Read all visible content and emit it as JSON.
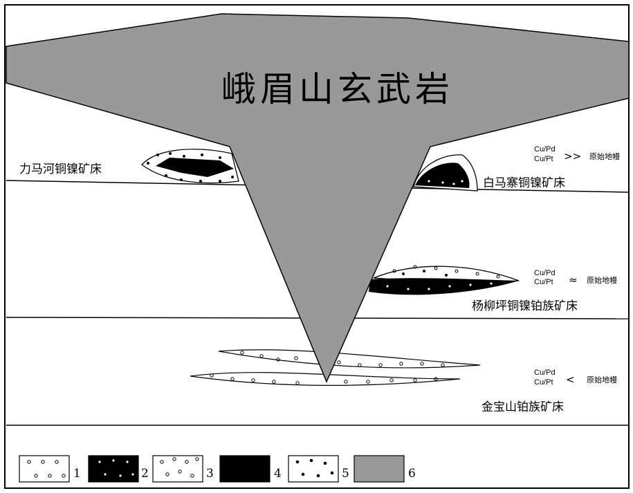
{
  "title": "峨眉山玄武岩",
  "deposits": {
    "limahe": "力马河铜镍矿床",
    "baimazhai": "白马寨铜镍矿床",
    "yangliuping": "杨柳坪铜镍铂族矿床",
    "jinbaoshan": "金宝山铂族矿床"
  },
  "ratios": {
    "cu_pd": "Cu/Pd",
    "cu_pt": "Cu/Pt",
    "primitive_mantle": "原始地幔",
    "relation_baimazhai": ">>",
    "relation_yangliuping": "≈",
    "relation_jinbaoshan": "<"
  },
  "legend": [
    {
      "num": "1",
      "pattern": "open-circles"
    },
    {
      "num": "2",
      "pattern": "black-with-white-dots"
    },
    {
      "num": "3",
      "pattern": "open-circles-dense"
    },
    {
      "num": "4",
      "pattern": "solid-black"
    },
    {
      "num": "5",
      "pattern": "black-dots"
    },
    {
      "num": "6",
      "pattern": "gray-fill"
    }
  ],
  "colors": {
    "basalt_gray": "#999999",
    "ore_black": "#000000",
    "outline": "#000000",
    "background": "#ffffff"
  }
}
